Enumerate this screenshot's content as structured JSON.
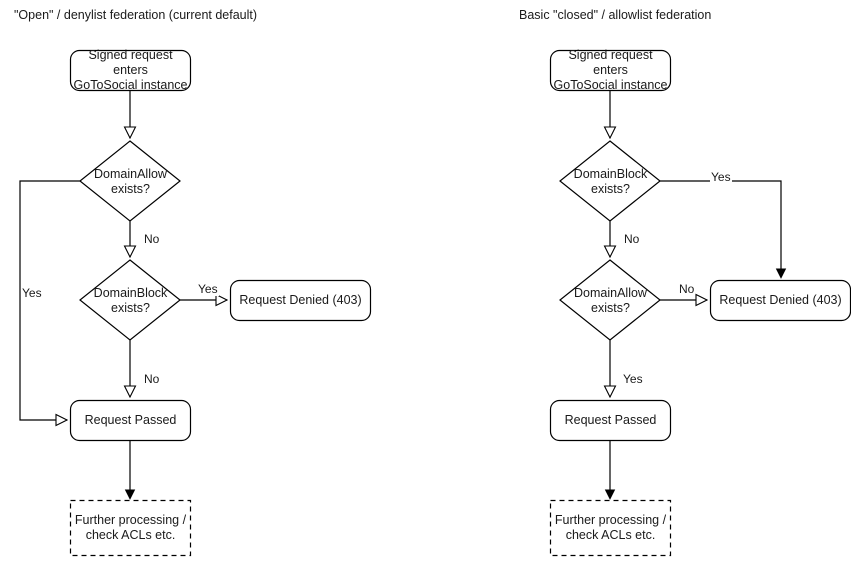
{
  "charts": [
    {
      "id": "open-denylist",
      "title": "\"Open\" / denylist federation (current default)",
      "nodes": {
        "start": "Signed request enters\nGoToSocial instance",
        "start_line1": "Signed request enters",
        "start_line2": "GoToSocial instance",
        "decision1": "DomainAllow\nexists?",
        "decision1_line1": "DomainAllow",
        "decision1_line2": "exists?",
        "decision2": "DomainBlock\nexists?",
        "decision2_line1": "DomainBlock",
        "decision2_line2": "exists?",
        "denied": "Request Denied (403)",
        "passed": "Request Passed",
        "further_line1": "Further processing /",
        "further_line2": "check ACLs etc."
      },
      "edges": {
        "allow_yes": "Yes",
        "allow_no": "No",
        "block_yes": "Yes",
        "block_no": "No"
      }
    },
    {
      "id": "closed-allowlist",
      "title": "Basic \"closed\" / allowlist federation",
      "nodes": {
        "start": "Signed request enters\nGoToSocial instance",
        "start_line1": "Signed request enters",
        "start_line2": "GoToSocial instance",
        "decision1": "DomainBlock\nexists?",
        "decision1_line1": "DomainBlock",
        "decision1_line2": "exists?",
        "decision2": "DomainAllow\nexists?",
        "decision2_line1": "DomainAllow",
        "decision2_line2": "exists?",
        "denied": "Request Denied (403)",
        "passed": "Request Passed",
        "further_line1": "Further processing /",
        "further_line2": "check ACLs etc."
      },
      "edges": {
        "block_yes": "Yes",
        "block_no": "No",
        "allow_no": "No",
        "allow_yes": "Yes"
      }
    }
  ],
  "style": {
    "stroke": "#000000",
    "text": "#1a1a1a",
    "background": "#ffffff"
  }
}
